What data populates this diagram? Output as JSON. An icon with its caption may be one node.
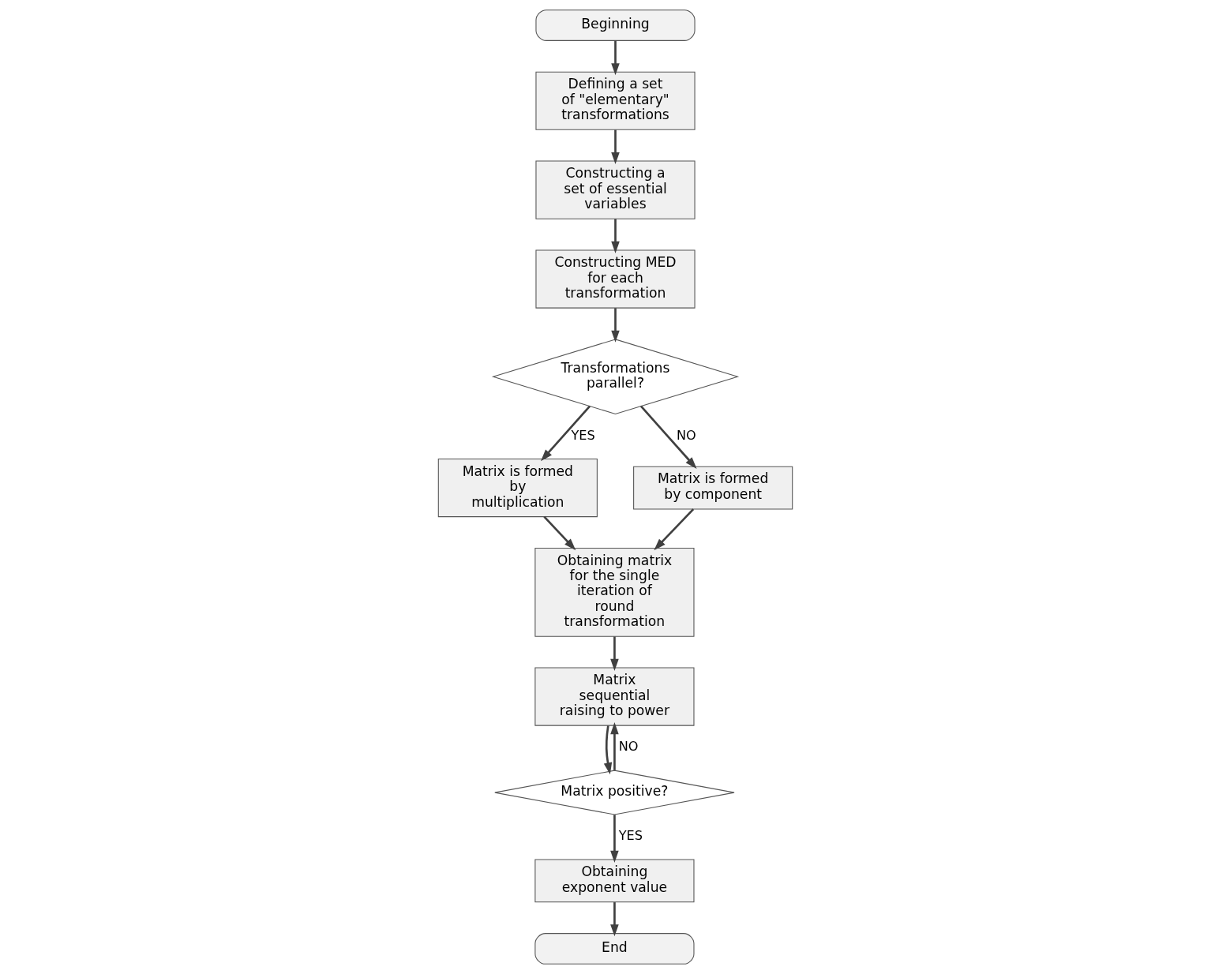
{
  "diagram": {
    "nodes": [
      {
        "text": [
          "Beginning"
        ]
      },
      {
        "text": [
          "Defining a set of \"elementary\" transformations"
        ]
      },
      {
        "text": [
          "Constructing a set of essential variables"
        ]
      },
      {
        "text": [
          "Constructing MED for each transformation"
        ]
      },
      {
        "text": [
          "Transformations parallel?"
        ]
      },
      {
        "text": [
          "Matrix is formed by multiplication"
        ]
      },
      {
        "text": [
          "Matrix is formed by component"
        ]
      },
      {
        "text": [
          "Obtaining matrix for the single iteration of round transformation"
        ]
      },
      {
        "text": [
          "Matrix sequential raising to power"
        ]
      },
      {
        "text": [
          "Matrix positive?"
        ]
      },
      {
        "text": [
          "Obtaining exponent value"
        ]
      },
      {
        "text": [
          "End"
        ]
      }
    ],
    "edges": [
      {
        "from": 0,
        "to": 1,
        "arrow": "to"
      },
      {
        "from": 1,
        "to": 2,
        "arrow": "to"
      },
      {
        "from": 2,
        "to": 3,
        "arrow": "to"
      },
      {
        "from": 3,
        "to": 4,
        "arrow": "to"
      },
      {
        "from": 4,
        "to": 5,
        "label": "YES",
        "arrow": "to"
      },
      {
        "from": 4,
        "to": 6,
        "label": "NO",
        "arrow": "to"
      },
      {
        "from": 5,
        "to": 7,
        "arrow": "to"
      },
      {
        "from": 6,
        "to": 7,
        "arrow": "to"
      },
      {
        "from": 7,
        "to": 8,
        "arrow": "to"
      },
      {
        "from": 8,
        "to": 9,
        "arrow": "to"
      },
      {
        "from": 9,
        "to": 10,
        "label": "YES",
        "arrow": "to"
      },
      {
        "from": 9,
        "to": 8,
        "label": "NO",
        "arrow": "to"
      },
      {
        "from": 10,
        "to": 11,
        "arrow": "to"
      }
    ]
  }
}
